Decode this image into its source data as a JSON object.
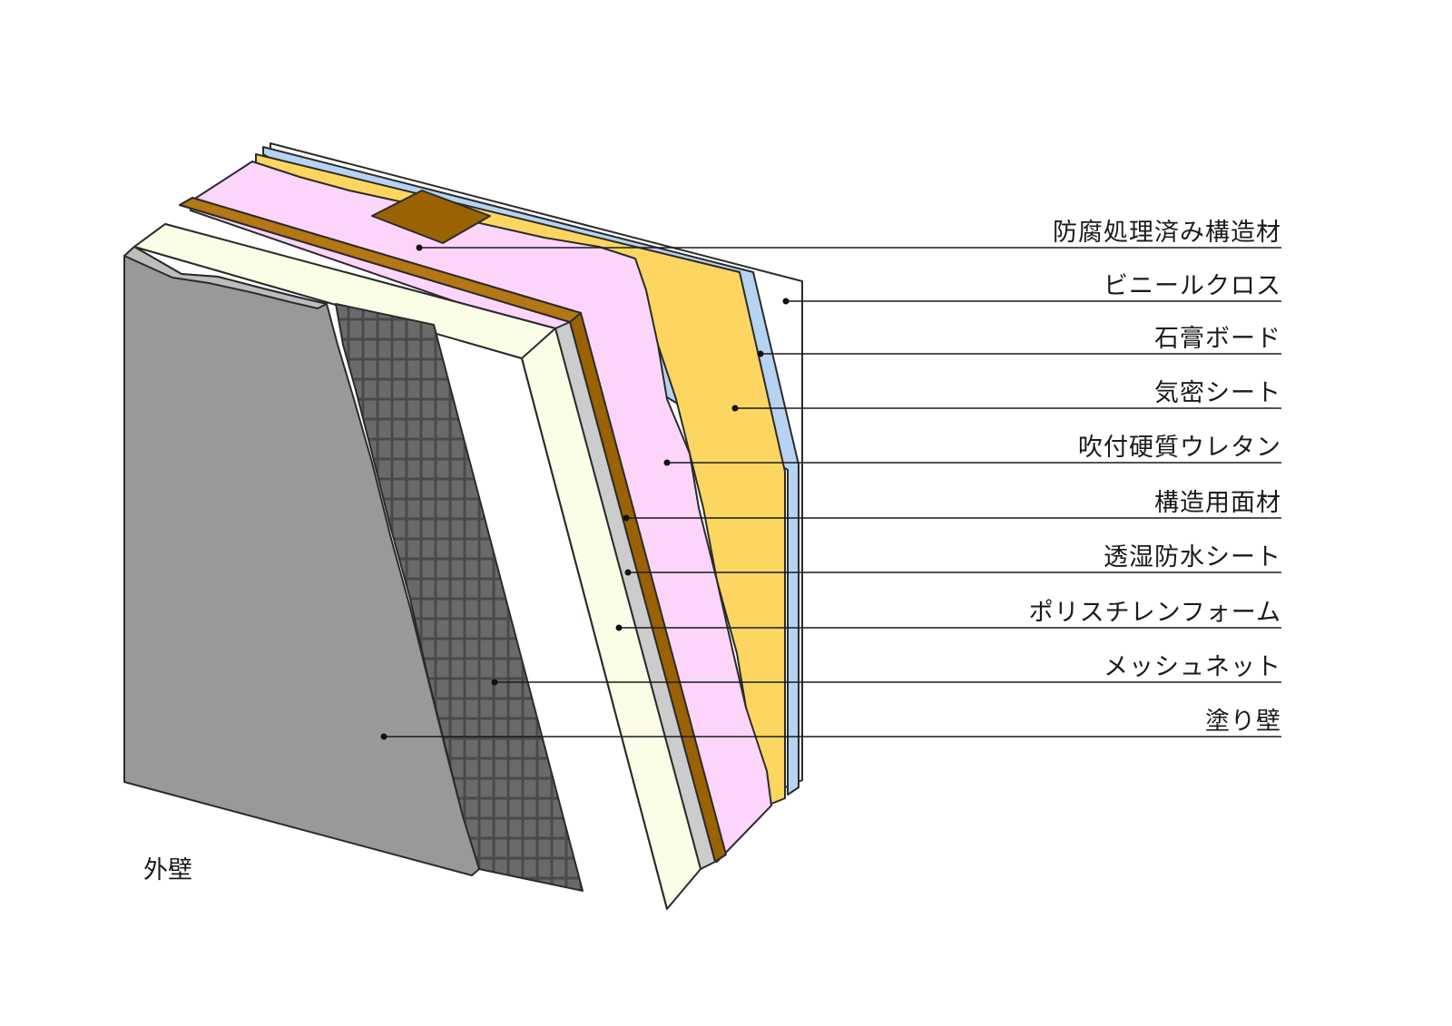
{
  "diagram": {
    "outside_label": "外壁",
    "layers": [
      {
        "id": "wood",
        "label": "防腐処理済み構造材",
        "color": "#9a6200"
      },
      {
        "id": "vinyl",
        "label": "ビニールクロス",
        "color": "#ffffff"
      },
      {
        "id": "gypsum",
        "label": "石膏ボード",
        "color": "#b7d3f2"
      },
      {
        "id": "airtight",
        "label": "気密シート",
        "color": "#fcd661"
      },
      {
        "id": "urethane",
        "label": "吹付硬質ウレタン",
        "color": "#fdd5fb"
      },
      {
        "id": "panel",
        "label": "構造用面材",
        "color": "#9a6200"
      },
      {
        "id": "moisture",
        "label": "透湿防水シート",
        "color": "#cccccc"
      },
      {
        "id": "foam",
        "label": "ポリスチレンフォーム",
        "color": "#fbfde6"
      },
      {
        "id": "mesh",
        "label": "メッシュネット",
        "color": "#555555"
      },
      {
        "id": "plaster",
        "label": "塗り壁",
        "color": "#999999"
      }
    ]
  }
}
